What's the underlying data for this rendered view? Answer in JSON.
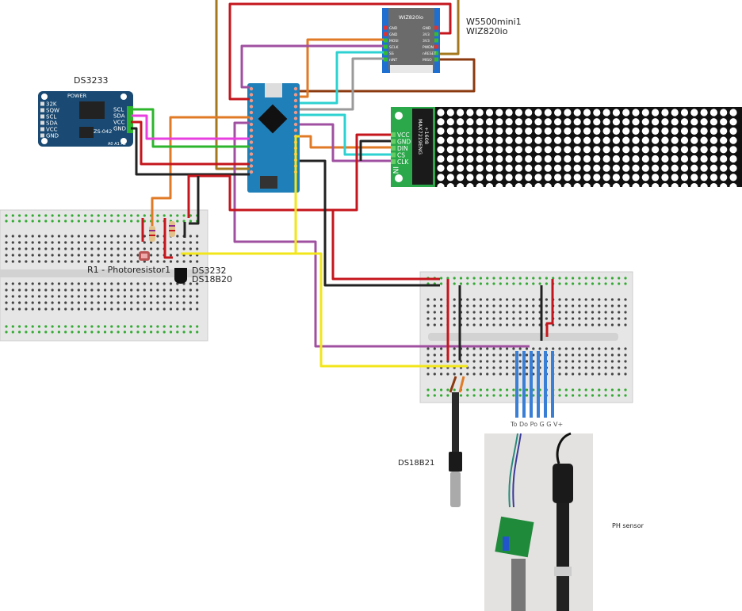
{
  "labels": {
    "rtc_title": "DS3233",
    "ethernet_title_1": "W5500mini1",
    "ethernet_title_2": "WIZ820io",
    "photoresistor": "R1 - Photoresistor1",
    "temp_sensor_1": "DS3232",
    "temp_sensor_2": "DS18B20",
    "probe": "DS18B21",
    "ph_sensor": "PH sensor",
    "ph_pins": "To Do Po G G V+"
  },
  "rtc": {
    "left_pins": [
      "32K",
      "SQW",
      "SCL",
      "SDA",
      "VCC",
      "GND"
    ],
    "right_pins": [
      "SCL",
      "SDA",
      "VCC",
      "GND"
    ],
    "power_label": "POWER",
    "chip_label": "ZS-042",
    "addr_label": "A0 A1 A2"
  },
  "ethernet": {
    "chip_label": "WIZ820io",
    "left_pins": [
      "GND",
      "GND",
      "MOSI",
      "SCLK",
      "SS",
      "nINT"
    ],
    "right_pins": [
      "GND",
      "3V3",
      "3V3",
      "PWDN",
      "nRESET",
      "MISO"
    ]
  },
  "matrix": {
    "pins": [
      "VCC",
      "GND",
      "DIN",
      "CS",
      "CLK"
    ],
    "chip_label": "MAX7219ENG",
    "chip_sub": "+1608",
    "in_label": "IN"
  },
  "colors": {
    "red": "#c4161c",
    "black": "#222222",
    "green": "#2db52d",
    "magenta": "#e83fe0",
    "orange": "#e07a26",
    "purple": "#a050a0",
    "cyan": "#2ed1d1",
    "gray": "#9a9a9a",
    "yellow": "#f2e61a",
    "brown": "#8b3a10",
    "ochre": "#a5781e",
    "blue": "#3a7fd6",
    "nano": "#1f7fb8",
    "rtc_board": "#1a4a73",
    "matrix_board": "#2aa84a"
  }
}
